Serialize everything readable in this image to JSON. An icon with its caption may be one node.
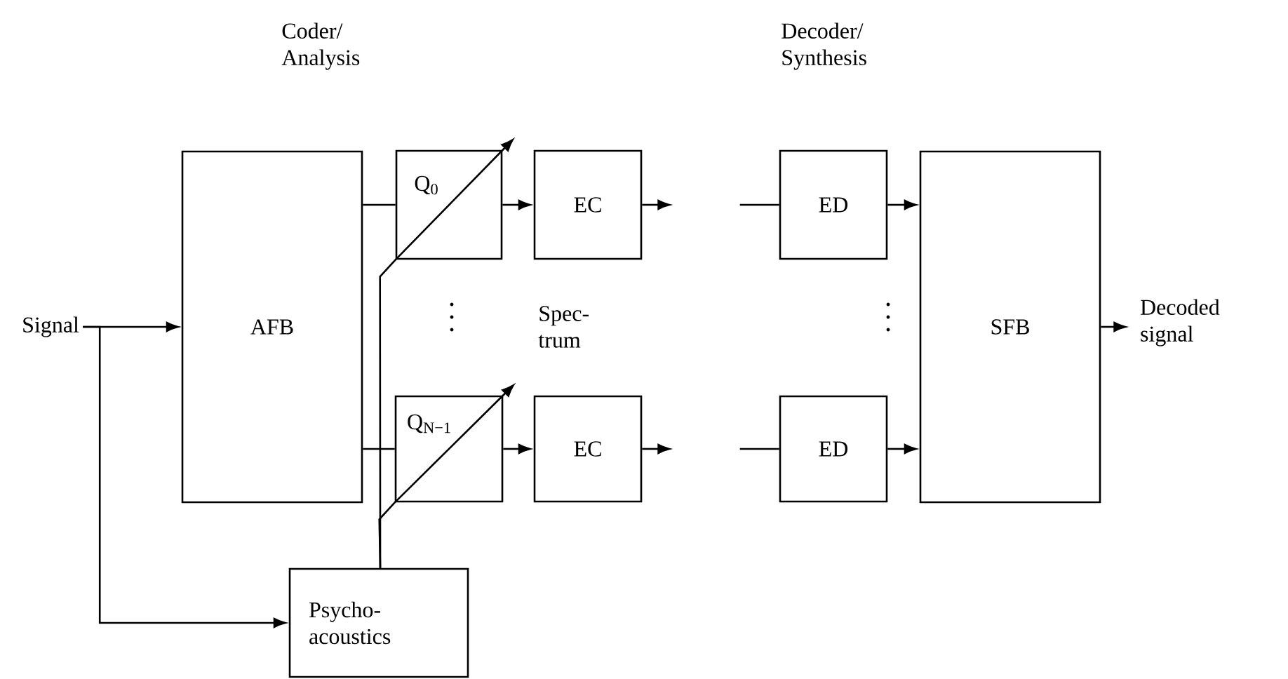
{
  "diagram": {
    "nodes": [
      {
        "text": [
          "Signal"
        ]
      },
      {
        "text": [
          "AFB"
        ]
      },
      {
        "text": [
          "Q$_{0}$"
        ]
      },
      {
        "text": [
          "Q$_{N−1}$"
        ]
      },
      {
        "text": [
          "EC"
        ]
      },
      {
        "text": [
          "EC"
        ]
      },
      {
        "text": [
          "ED"
        ]
      },
      {
        "text": [
          "ED"
        ]
      },
      {
        "text": [
          "SFB"
        ]
      },
      {
        "text": [
          "Decoded signal"
        ]
      },
      {
        "text": [
          "Psycho- acoustics"
        ]
      }
    ],
    "edges": [
      {
        "from": 0,
        "to": 1,
        "arrow": "to"
      },
      {
        "from": 0,
        "to": 10,
        "arrow": "to"
      },
      {
        "from": 1,
        "to": 2,
        "arrow": "none"
      },
      {
        "from": 1,
        "to": 3,
        "arrow": "none"
      },
      {
        "from": 2,
        "to": 4,
        "arrow": "to"
      },
      {
        "from": 3,
        "to": 5,
        "arrow": "to"
      },
      {
        "from": 4,
        "to": null,
        "arrow": "to"
      },
      {
        "from": 5,
        "to": null,
        "arrow": "to"
      },
      {
        "from": null,
        "to": 6,
        "arrow": "none"
      },
      {
        "from": null,
        "to": 7,
        "arrow": "none"
      },
      {
        "from": 6,
        "to": 8,
        "arrow": "to"
      },
      {
        "from": 7,
        "to": 8,
        "arrow": "to"
      },
      {
        "from": 8,
        "to": 9,
        "arrow": "to"
      },
      {
        "from": 10,
        "to": 2,
        "arrow": "to"
      },
      {
        "from": 10,
        "to": 3,
        "arrow": "to"
      }
    ],
    "labels": [
      "Coder/ Analysis",
      "Decoder/ Synthesis",
      "Spec- trum"
    ]
  }
}
